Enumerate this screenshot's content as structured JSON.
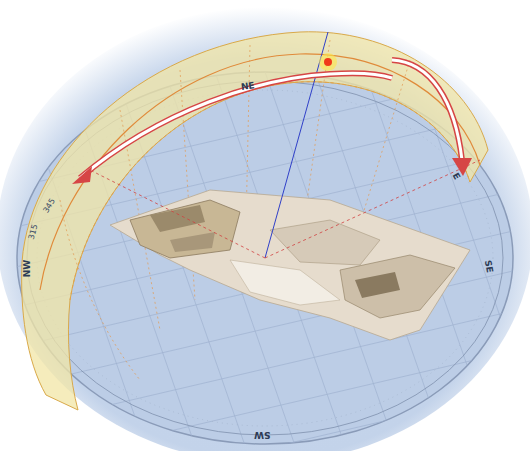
{
  "diagram": {
    "labels": [
      "NE",
      "E",
      "SE",
      "SW",
      "NW",
      "345",
      "315"
    ]
  }
}
